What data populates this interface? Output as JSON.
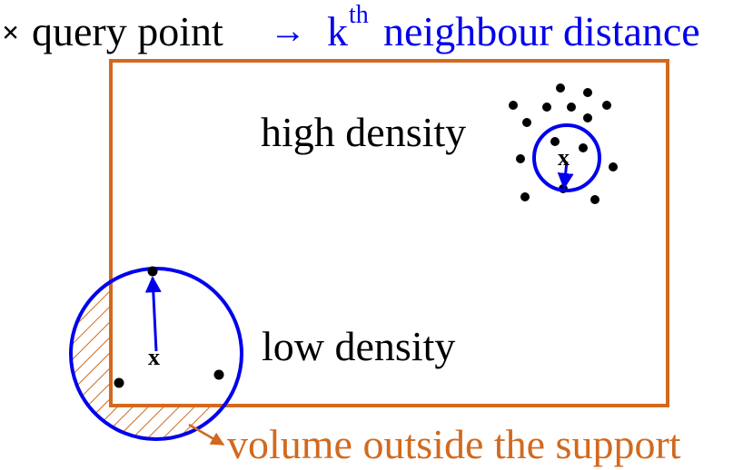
{
  "legend": {
    "marker_symbol": "×",
    "query_label": "query point",
    "arrow_symbol": "→",
    "kth_base": "k",
    "kth_superscript": "th",
    "distance_label": "neighbour distance"
  },
  "regions": {
    "high_label": "high density",
    "low_label": "low density"
  },
  "annotation": {
    "volume_label": "volume outside the support"
  },
  "query_mark": "x",
  "colors": {
    "text": "#000000",
    "support_box": "#d2691e",
    "neighbour_circle": "#0000ee",
    "annotation": "#d2691e",
    "points": "#000000",
    "hatch": "#d2691e"
  },
  "icons": {
    "query_marker": "cross-icon",
    "distance_arrow": "right-arrow-icon"
  }
}
